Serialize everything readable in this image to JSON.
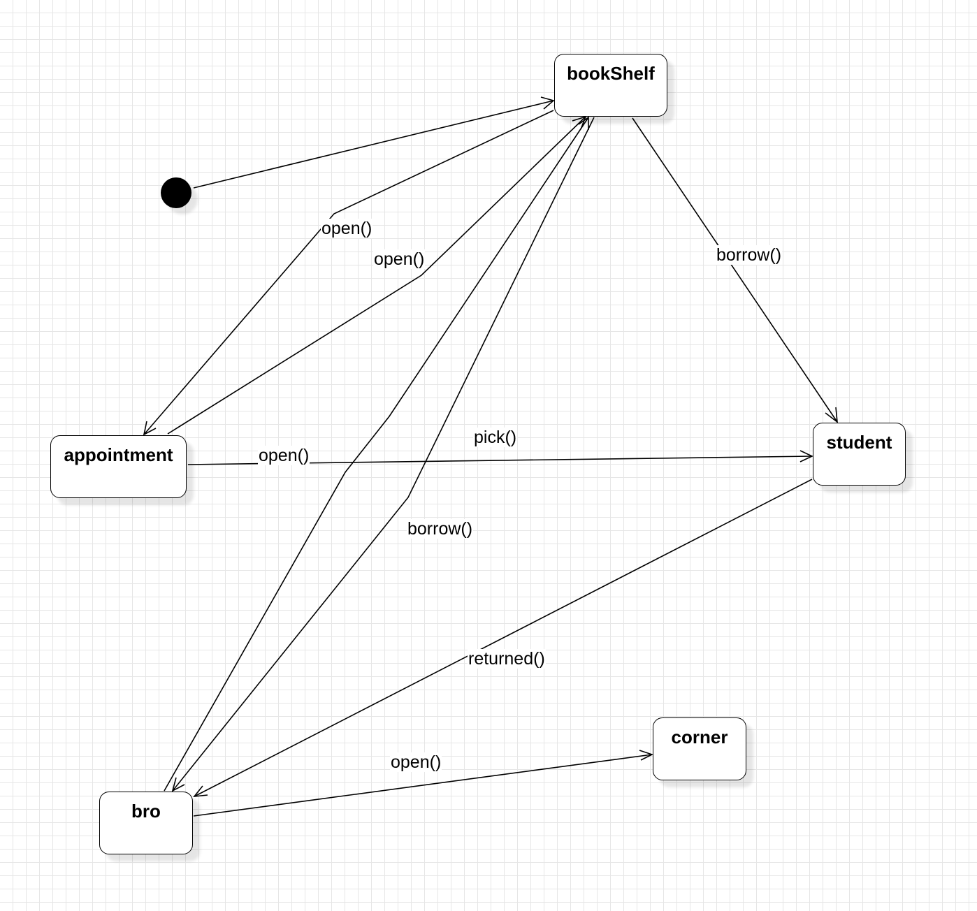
{
  "diagram": {
    "states": {
      "bookshelf": "bookShelf",
      "appointment": "appointment",
      "student": "student",
      "bro": "bro",
      "corner": "corner"
    },
    "transitions": {
      "appointment_to_bookshelf_open": "open()",
      "bookshelf_to_appointment_open": "open()",
      "bookshelf_to_student_borrow": "borrow()",
      "appointment_to_student_open": "open()",
      "bro_to_bookshelf_pick": "pick()",
      "bookshelf_to_bro_borrow": "borrow()",
      "student_to_bro_returned": "returned()",
      "bro_to_corner_open": "open()"
    }
  }
}
